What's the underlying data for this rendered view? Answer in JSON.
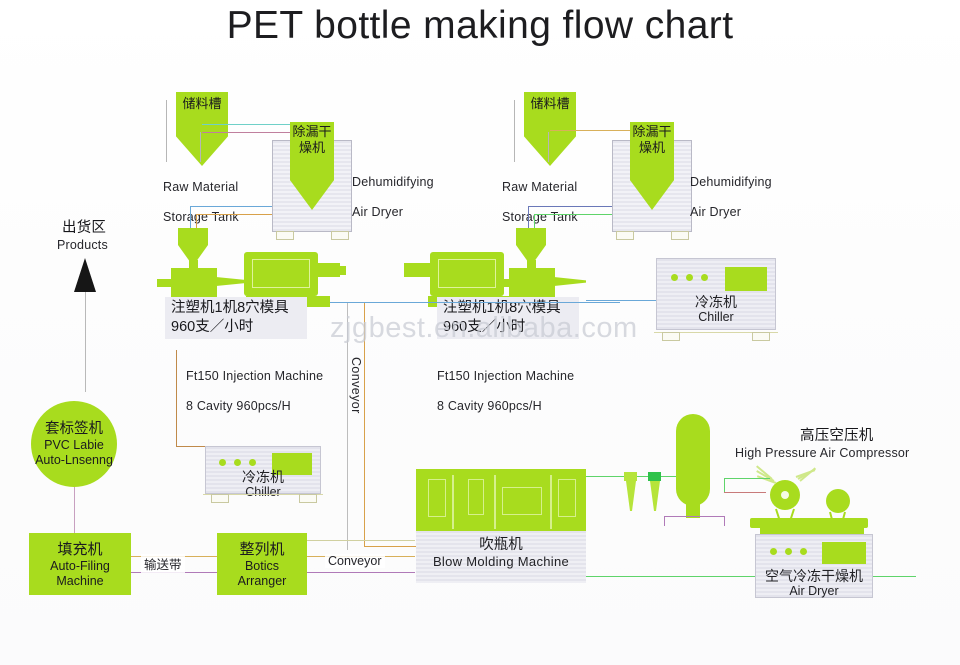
{
  "title": "PET bottle making flow chart",
  "watermark": "zjgbest.en.alibaba.com",
  "colors": {
    "green": "#a8dc1e",
    "green_dark": "#2fc24a",
    "machine_gray": "#e6e6ee",
    "text": "#1d1d20",
    "line_blue": "#7fb8d8",
    "line_green": "#5fd46a",
    "line_orange": "#d8a14a",
    "line_purple": "#a678b8"
  },
  "nodes": {
    "products": {
      "cn": "出货区",
      "en": "Products"
    },
    "label_machine": {
      "cn": "套标签机",
      "en1": "PVC Labie",
      "en2": "Auto-Lnsenng"
    },
    "filling_machine": {
      "cn": "填充机",
      "en1": "Auto-Filing",
      "en2": "Machine"
    },
    "bottle_arranger": {
      "cn": "整列机",
      "en1": "Botics",
      "en2": "Arranger"
    },
    "blow_molding": {
      "cn": "吹瓶机",
      "en": "Blow Molding Machine"
    },
    "air_compressor": {
      "cn": "高压空压机",
      "en": "High Pressure Air Compressor"
    },
    "air_dryer_bottom": {
      "cn": "空气冷冻干燥机",
      "en": "Air Dryer"
    },
    "chiller_right": {
      "cn": "冷冻机",
      "en": "Chiller"
    },
    "chiller_left": {
      "cn": "冷冻机",
      "en": "Chiller"
    }
  },
  "lines": [
    {
      "id": "conveyor_vertical",
      "label": "Conveyor"
    },
    {
      "id": "conveyor_bottom",
      "label": "Conveyor"
    },
    {
      "id": "belt_cn",
      "label": "输送带"
    }
  ],
  "trains": [
    {
      "id": "left",
      "storage_tank": {
        "cn": "储料槽",
        "en1": "Raw Material",
        "en2": "Storage Tank"
      },
      "dehumidifier": {
        "cn": "除漏干燥机",
        "en1": "Dehumidifying",
        "en2": "Air Dryer"
      },
      "injection": {
        "cn1": "注塑机1机8穴模具",
        "cn2": "960支／小时",
        "en1": "Ft150 Injection Machine",
        "en2": "8 Cavity 960pcs/H"
      }
    },
    {
      "id": "right",
      "storage_tank": {
        "cn": "储料槽",
        "en1": "Raw Material",
        "en2": "Storage Tank"
      },
      "dehumidifier": {
        "cn": "除漏干燥机",
        "en1": "Dehumidifying",
        "en2": "Air Dryer"
      },
      "injection": {
        "cn1": "注塑机1机8穴模具",
        "cn2": "960支／小时",
        "en1": "Ft150 Injection Machine",
        "en2": "8 Cavity 960pcs/H"
      }
    }
  ]
}
